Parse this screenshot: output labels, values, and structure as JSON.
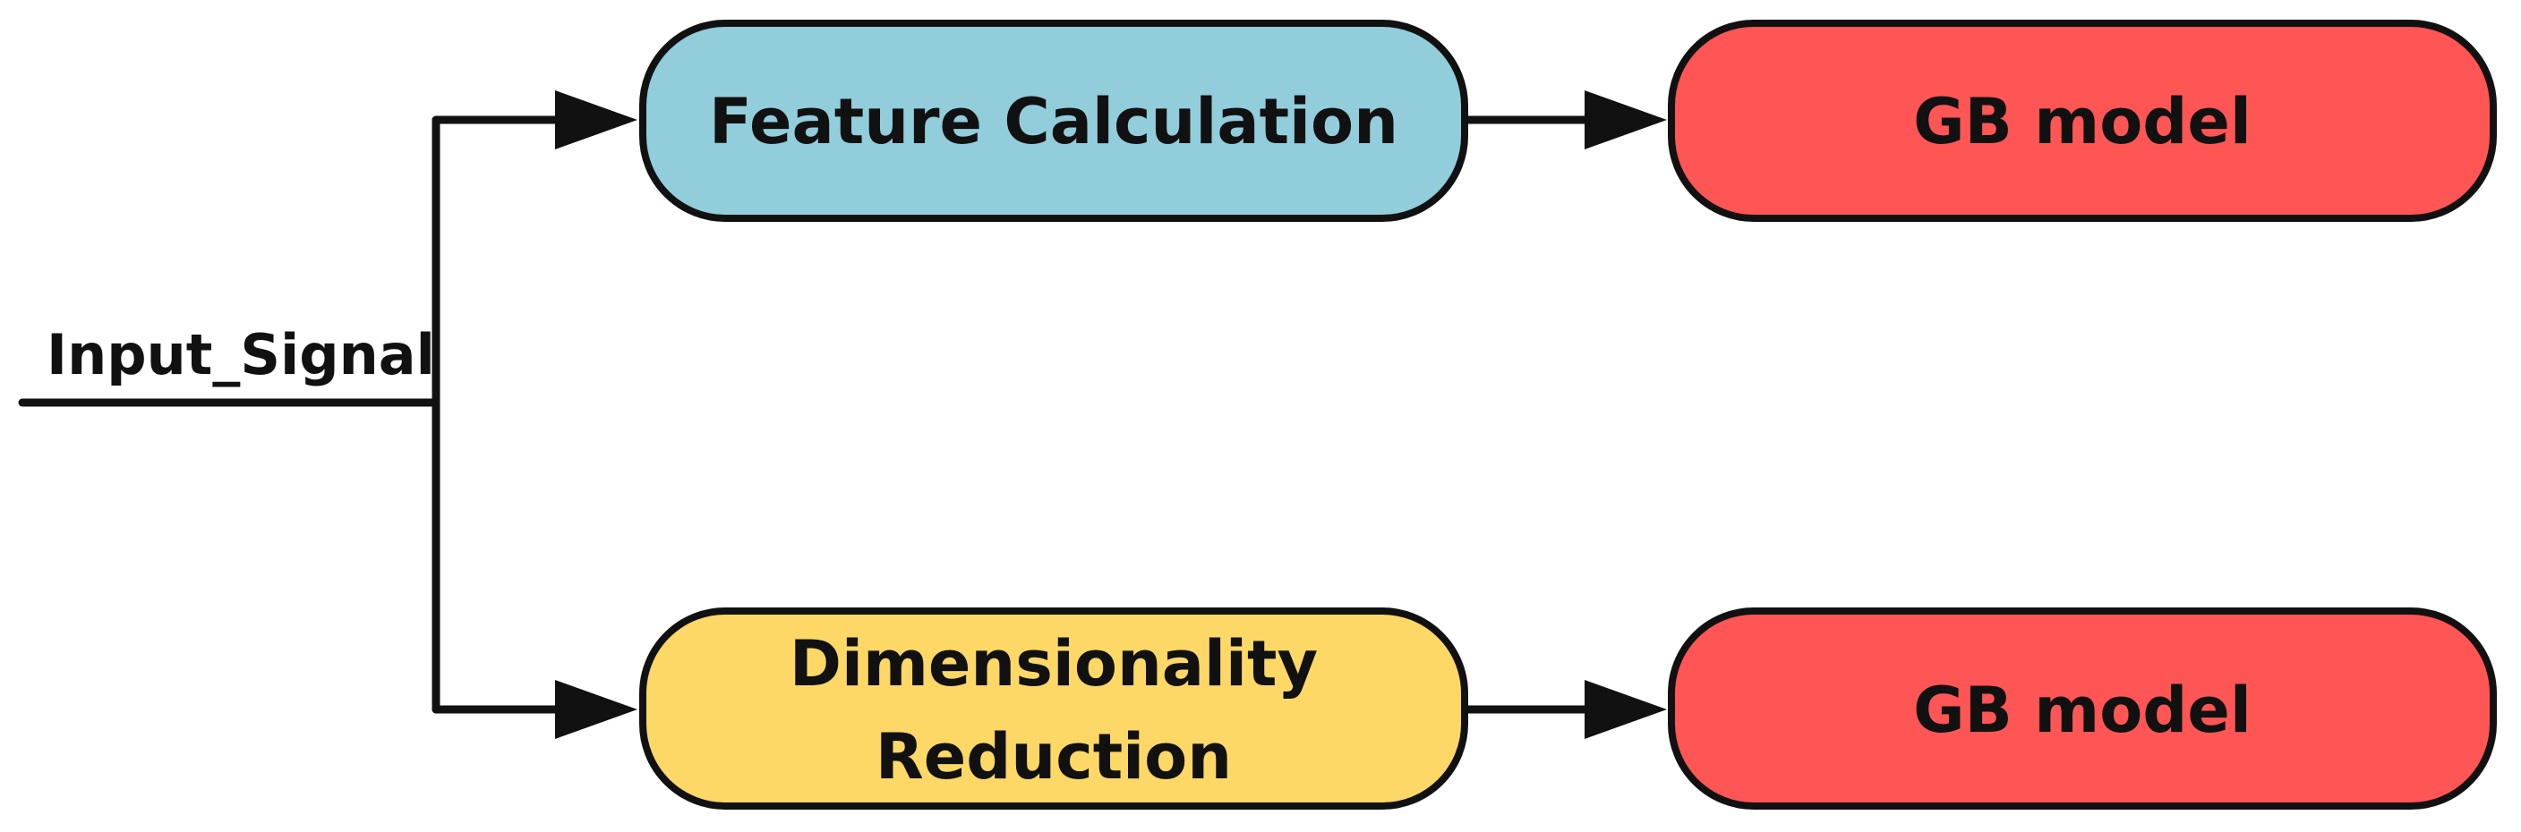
{
  "input": {
    "label": "Input_Signal"
  },
  "nodes": {
    "feature_calculation": {
      "label": "Feature Calculation",
      "color": "#92CDDC"
    },
    "dimensionality_reduction": {
      "label_line1": "Dimensionality",
      "label_line2": "Reduction",
      "color": "#FDD866"
    },
    "gb_model_top": {
      "label": "GB model",
      "color": "#FF5555"
    },
    "gb_model_bottom": {
      "label": "GB model",
      "color": "#FF5555"
    }
  },
  "colors": {
    "line": "#111111",
    "background": "#FFFFFF"
  }
}
